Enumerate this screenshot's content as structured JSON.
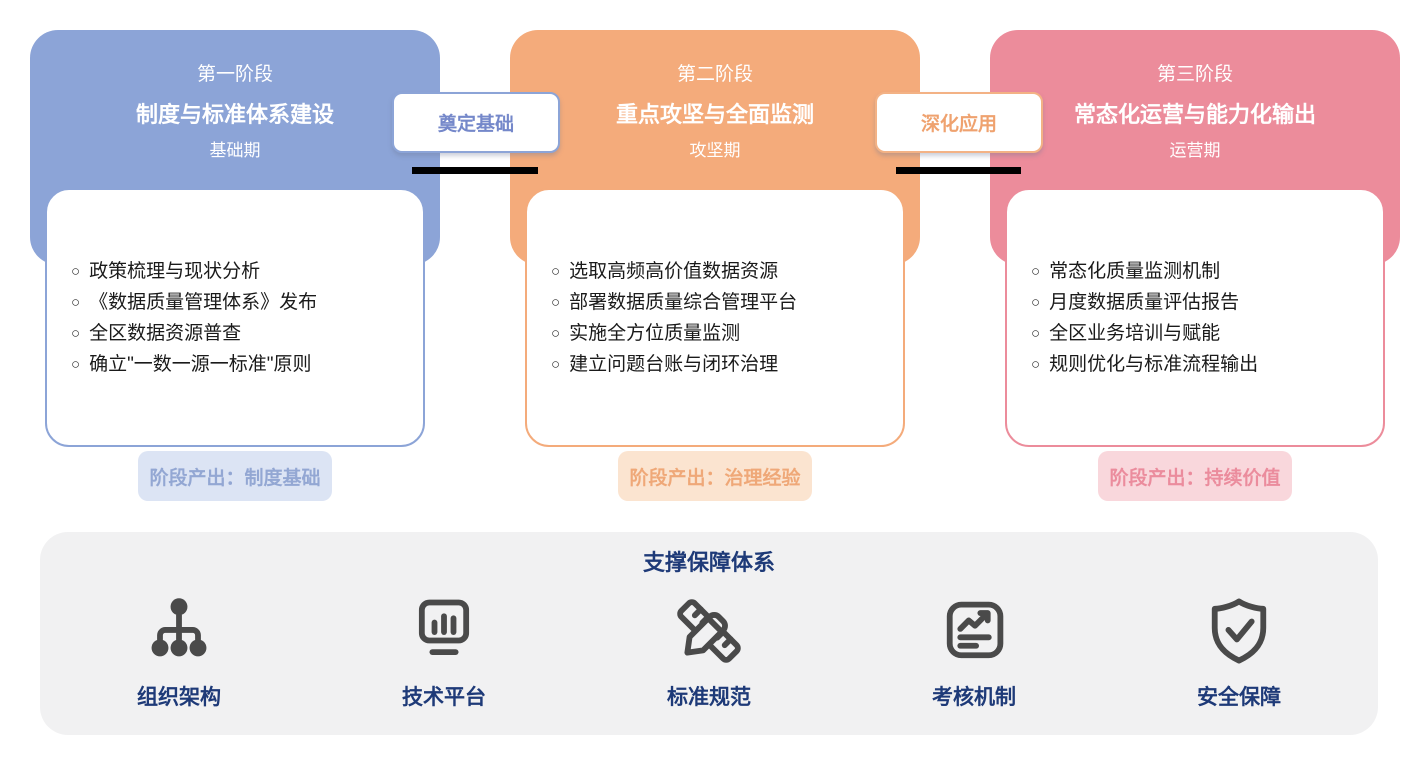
{
  "bullet_char": "○",
  "phases": [
    {
      "stage": "第一阶段",
      "title": "制度与标准体系建设",
      "period": "基础期",
      "items": [
        "政策梳理与现状分析",
        "《数据质量管理体系》发布",
        "全区数据资源普查",
        "确立\"一数一源一标准\"原则"
      ],
      "output": "阶段产出：制度基础",
      "color": "#8CA4D7",
      "badge_bg": "#DCE4F4",
      "badge_fg": "#93A7D3"
    },
    {
      "stage": "第二阶段",
      "title": "重点攻坚与全面监测",
      "period": "攻坚期",
      "items": [
        "选取高频高价值数据资源",
        "部署数据质量综合管理平台",
        "实施全方位质量监测",
        "建立问题台账与闭环治理"
      ],
      "output": "阶段产出：治理经验",
      "color": "#F4AB7B",
      "badge_bg": "#FBE4D0",
      "badge_fg": "#EFA878"
    },
    {
      "stage": "第三阶段",
      "title": "常态化运营与能力化输出",
      "period": "运营期",
      "items": [
        "常态化质量监测机制",
        "月度数据质量评估报告",
        "全区业务培训与赋能",
        "规则优化与标准流程输出"
      ],
      "output": "阶段产出：持续价值",
      "color": "#EC8C9B",
      "badge_bg": "#F9D7DC",
      "badge_fg": "#EB8C9D"
    }
  ],
  "connectors": [
    {
      "label": "奠定基础",
      "color": "#7588CA"
    },
    {
      "label": "深化应用",
      "color": "#EFA26F"
    }
  ],
  "support": {
    "title": "支撑保障体系",
    "title_color": "#1E3A78",
    "panel_bg": "#F1F1F2",
    "icon_color": "#4A4A4A",
    "items": [
      {
        "label": "组织架构",
        "icon": "org-chart-icon"
      },
      {
        "label": "技术平台",
        "icon": "monitor-chart-icon"
      },
      {
        "label": "标准规范",
        "icon": "ruler-pencil-icon"
      },
      {
        "label": "考核机制",
        "icon": "report-trend-icon"
      },
      {
        "label": "安全保障",
        "icon": "shield-check-icon"
      }
    ]
  }
}
